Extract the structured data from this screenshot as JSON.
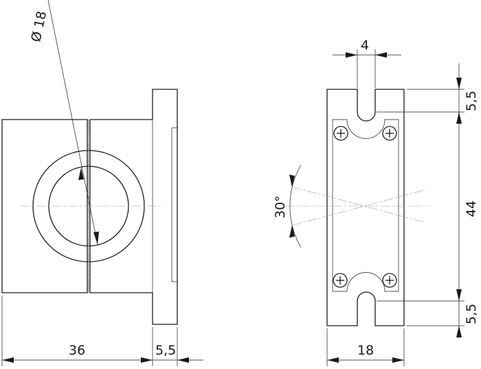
{
  "dimensions": {
    "diameter": "Ø 18",
    "width_36": "36",
    "flange_5_5": "5,5",
    "slot_4": "4",
    "slot_top_5_5": "5,5",
    "height_44": "44",
    "slot_bottom_5_5": "5,5",
    "width_18": "18",
    "angle_30": "30°"
  }
}
